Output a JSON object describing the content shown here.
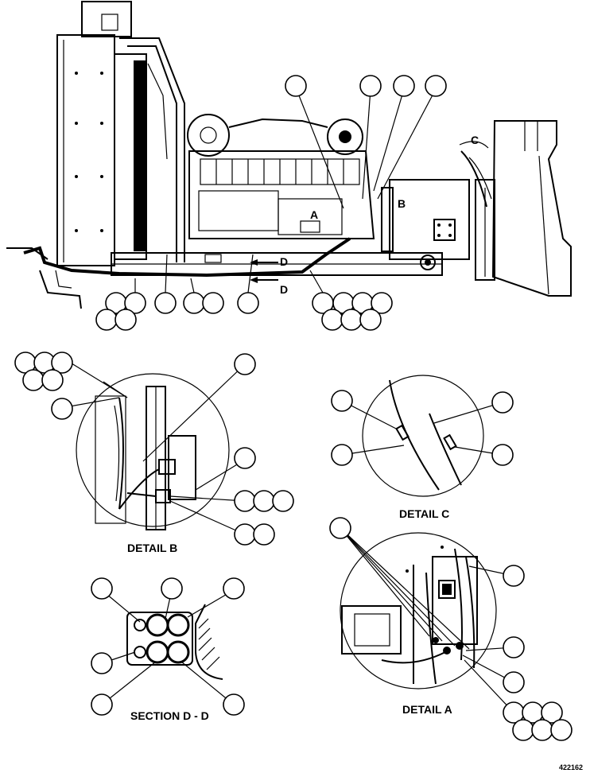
{
  "labels": {
    "detail_b": "DETAIL B",
    "detail_c": "DETAIL C",
    "detail_a": "DETAIL A",
    "section_dd": "SECTION D - D",
    "ref_number": "422162",
    "view_b": "B",
    "view_c": "C",
    "view_a": "A",
    "section_d1": "D",
    "section_d2": "D"
  }
}
